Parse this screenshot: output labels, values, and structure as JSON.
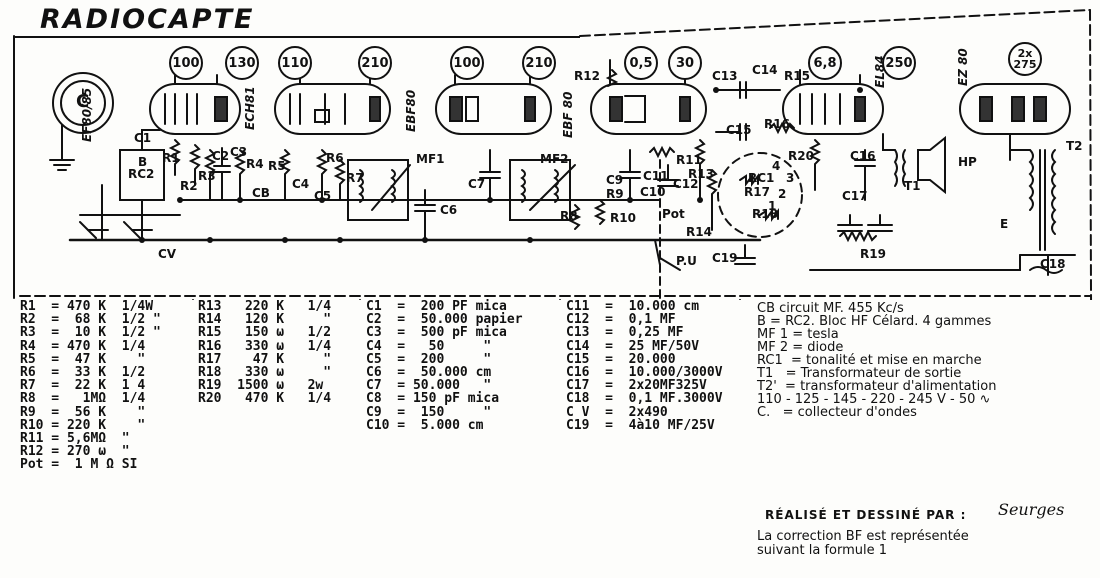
{
  "title": "RADIOCAPTE",
  "tubes": [
    "EF80/85",
    "ECH81",
    "EBF80",
    "EBF 80",
    "EL84",
    "EZ 80"
  ],
  "voltages": [
    "100",
    "130",
    "110",
    "210",
    "100",
    "210",
    "0,5",
    "30",
    "6,8",
    "250",
    "2x\n275"
  ],
  "schematic_labels": {
    "antenna": "C",
    "c1": "C1",
    "b": "B",
    "rc2": "RC2",
    "r1": "R1",
    "r2": "R2",
    "r3": "R3",
    "c2": "C2",
    "r4": "R4",
    "r5": "R5",
    "c3": "C3",
    "cb": "CB",
    "c4": "C4",
    "r6": "R6",
    "r7": "R7",
    "c5": "C5",
    "mf1": "MF1",
    "c6": "C6",
    "c7": "C7",
    "mf2": "MF2",
    "r8": "R8",
    "c9": "C9",
    "r9": "R9",
    "r10": "R10",
    "r12": "R12",
    "c11": "C11",
    "c10": "C10",
    "c12": "C12",
    "r11": "R11",
    "pot": "Pot",
    "r13": "R13",
    "r14": "R14",
    "c13": "C13",
    "c14": "C14",
    "r15": "R15",
    "c15": "C15",
    "r16": "R16",
    "rc1": "RC1",
    "r17": "R17",
    "r18": "R18",
    "r20": "R20",
    "c16": "C16",
    "t1": "T1",
    "hp": "HP",
    "t2": "T2",
    "c17": "C17",
    "r19": "R19",
    "c19": "C19",
    "c18": "C18",
    "pu": "P.U",
    "cv": "CV",
    "e": "E",
    "sw1": "1",
    "sw2": "2",
    "sw3": "3",
    "sw4": "4"
  },
  "resistors_a": [
    "R1  = 470 K  1/4W",
    "R2  =  68 K  1/2 \"",
    "R3  =  10 K  1/2 \"",
    "R4  = 470 K  1/4",
    "R5  =  47 K    \"",
    "R6  =  33 K  1/2",
    "R7  =  22 K  1 4",
    "R8  =   1MΩ  1/4",
    "R9  =  56 K    \"",
    "R10 = 220 K    \"",
    "R11 = 5,6MΩ  \"",
    "R12 = 270 ω  \"",
    "Pot =  1 M Ω SI"
  ],
  "resistors_b": [
    "R13   220 K   1/4",
    "R14   120 K     \"",
    "R15   150 ω   1/2",
    "R16   330 ω   1/4",
    "R17    47 K     \"",
    "R18   330 ω     \"",
    "R19  1500 ω   2w",
    "R20   470 K   1/4"
  ],
  "capacitors_a": [
    "C1  =  200 PF mica",
    "C2  =  50.000 papier",
    "C3  =  500 pF mica",
    "C4  =   50     \"",
    "C5  =  200     \"",
    "C6  =  50.000 cm",
    "C7  = 50.000   \"",
    "C8  = 150 pF mica",
    "C9  =  150     \"",
    "C10 =  5.000 cm"
  ],
  "capacitors_b": [
    "C11  =  10.000 cm",
    "C12  =  0,1 MF",
    "C13  =  0,25 MF",
    "C14  =  25 MF/50V",
    "C15  =  20.000",
    "C16  =  10.000/3000V",
    "C17  =  2x20MF325V",
    "C18  =  0,1 MF.3000V",
    "C V  =  2x490",
    "C19  =  4à10 MF/25V"
  ],
  "notes": [
    "CB circuit MF. 455 Kc/s",
    "B = RC2. Bloc HF Célard. 4 gammes",
    "",
    "MF 1 = tesla",
    "MF 2 = diode",
    "RC1  = tonalité et mise en marche",
    "T1   = Transformateur de sortie",
    "T2'  = transformateur d'alimentation",
    "110 - 125 - 145 - 220 - 245 V - 50 ∿",
    "C.   = collecteur d'ondes"
  ],
  "realise": "RÉALISÉ ET DESSINÉ PAR :",
  "signature": "Seurges",
  "footer": [
    "La correction BF est représentée",
    "suivant la formule 1"
  ]
}
